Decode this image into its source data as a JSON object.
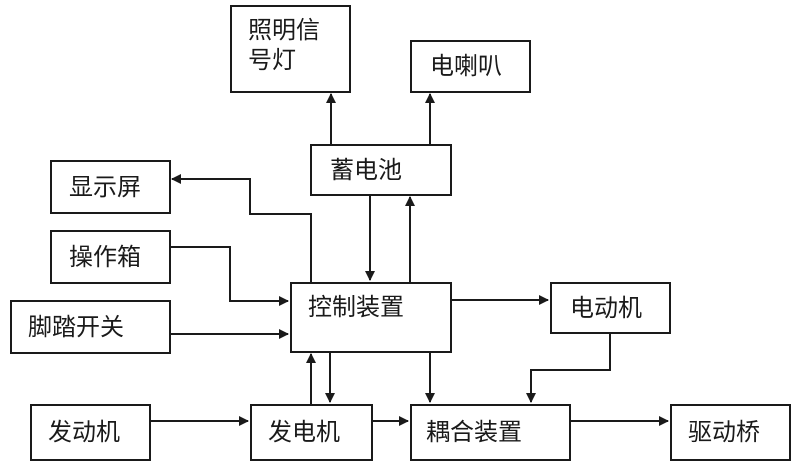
{
  "nodes": {
    "lighting": {
      "label": "照明信\n号灯"
    },
    "horn": {
      "label": "电喇叭"
    },
    "battery": {
      "label": "蓄电池"
    },
    "display": {
      "label": "显示屏"
    },
    "operation_box": {
      "label": "操作箱"
    },
    "foot_switch": {
      "label": "脚踏开关"
    },
    "controller": {
      "label": "控制装置"
    },
    "motor": {
      "label": "电动机"
    },
    "engine": {
      "label": "发动机"
    },
    "generator": {
      "label": "发电机"
    },
    "coupling": {
      "label": "耦合装置"
    },
    "drive_axle": {
      "label": "驱动桥"
    }
  },
  "edges": [
    {
      "from": "battery",
      "to": "lighting"
    },
    {
      "from": "battery",
      "to": "horn"
    },
    {
      "from": "controller",
      "to": "display"
    },
    {
      "from": "battery",
      "to": "controller"
    },
    {
      "from": "controller",
      "to": "battery"
    },
    {
      "from": "operation_box",
      "to": "controller"
    },
    {
      "from": "foot_switch",
      "to": "controller"
    },
    {
      "from": "controller",
      "to": "motor"
    },
    {
      "from": "generator",
      "to": "controller"
    },
    {
      "from": "controller",
      "to": "generator"
    },
    {
      "from": "controller",
      "to": "coupling"
    },
    {
      "from": "motor",
      "to": "coupling"
    },
    {
      "from": "engine",
      "to": "generator"
    },
    {
      "from": "generator",
      "to": "coupling"
    },
    {
      "from": "coupling",
      "to": "drive_axle"
    }
  ],
  "colors": {
    "line": "#1a1a1a",
    "background": "#ffffff"
  }
}
